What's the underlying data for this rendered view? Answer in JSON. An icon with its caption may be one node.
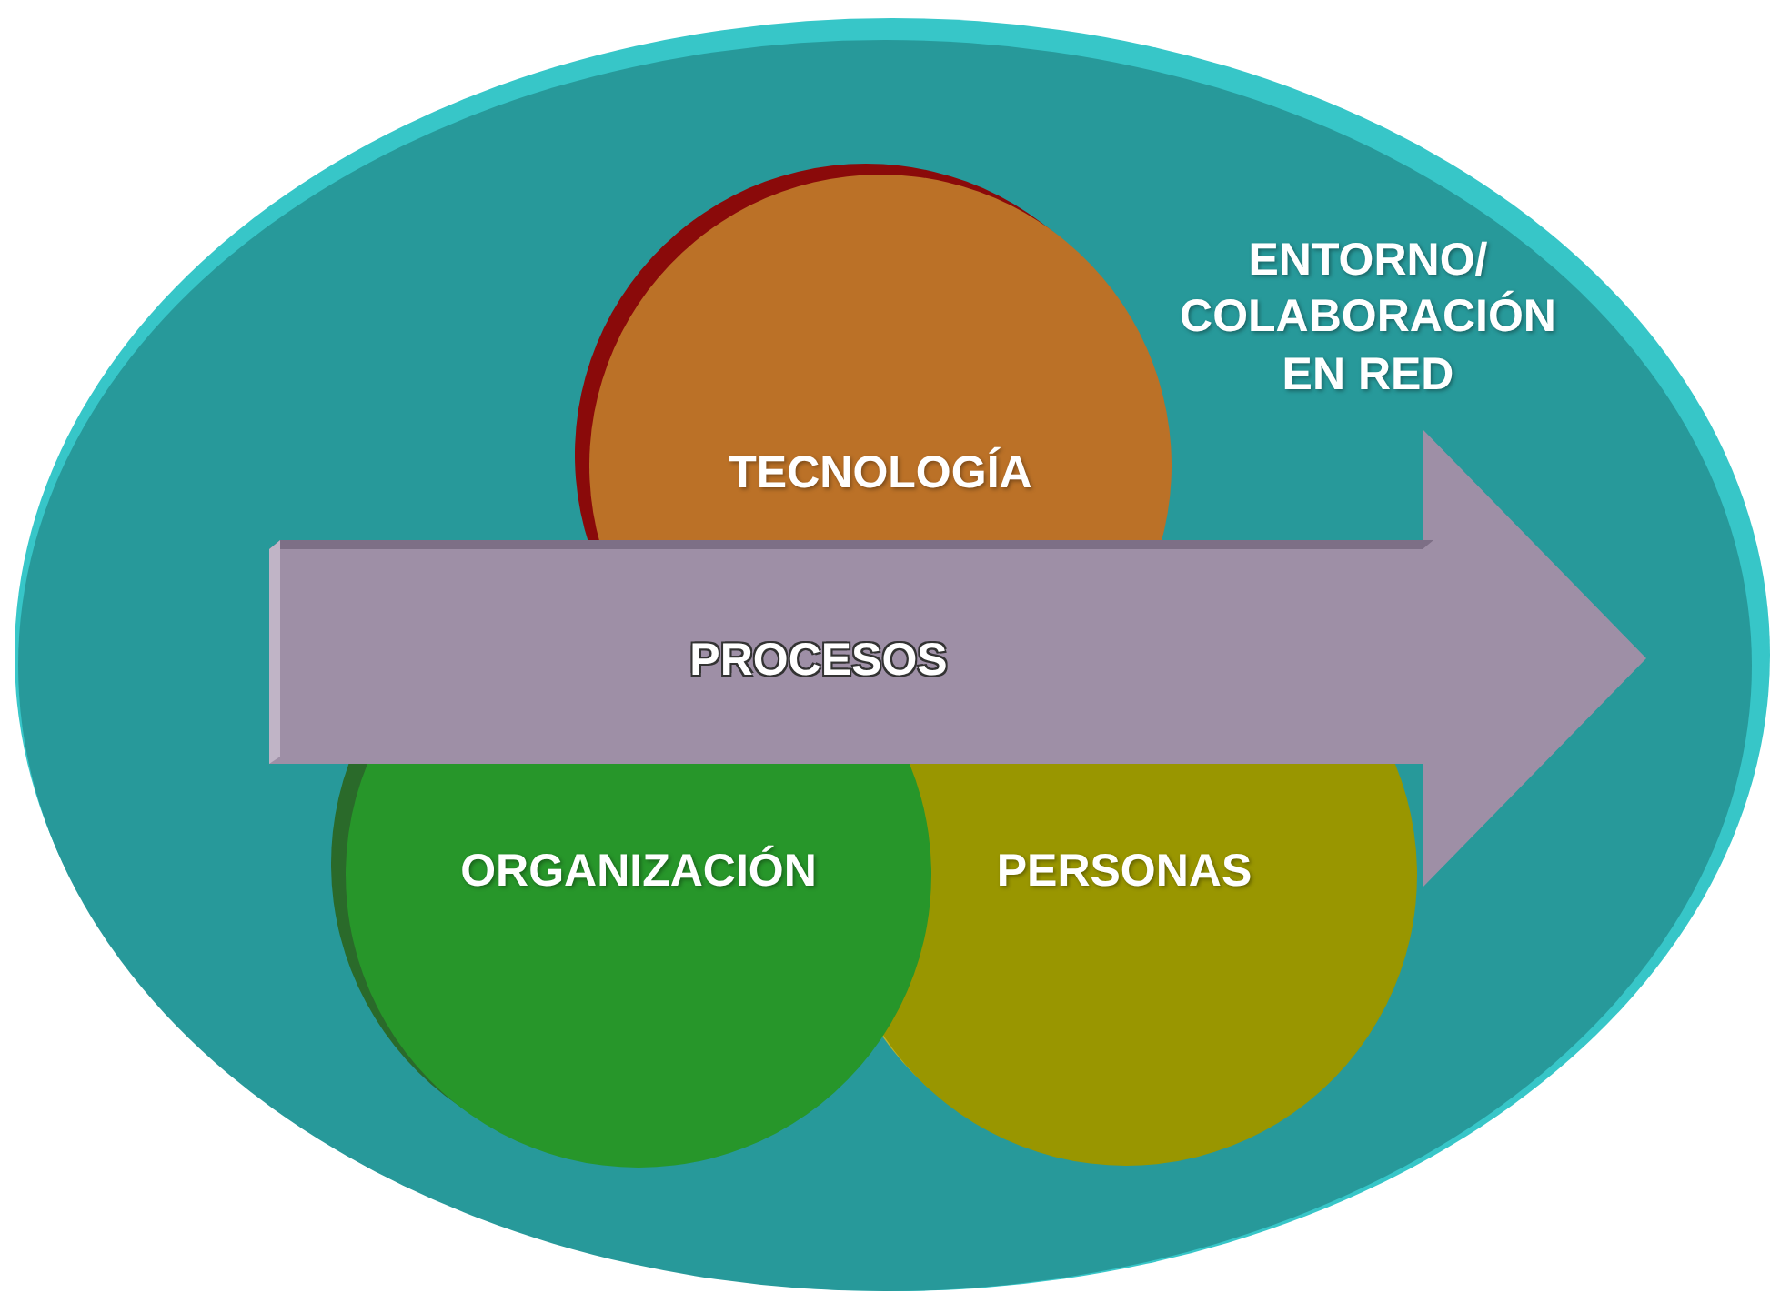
{
  "diagram": {
    "nodes": [
      {
        "text": [
          "ENTORNO/ COLABORACIÓN EN RED"
        ]
      },
      {
        "text": [
          "TECNOLOGÍA"
        ],
        "in": 0
      },
      {
        "text": [
          "ORGANIZACIÓN"
        ],
        "in": 0
      },
      {
        "text": [
          "PERSONAS"
        ],
        "in": 0
      },
      {
        "text": [
          "PROCESOS"
        ],
        "in": 0
      }
    ]
  }
}
